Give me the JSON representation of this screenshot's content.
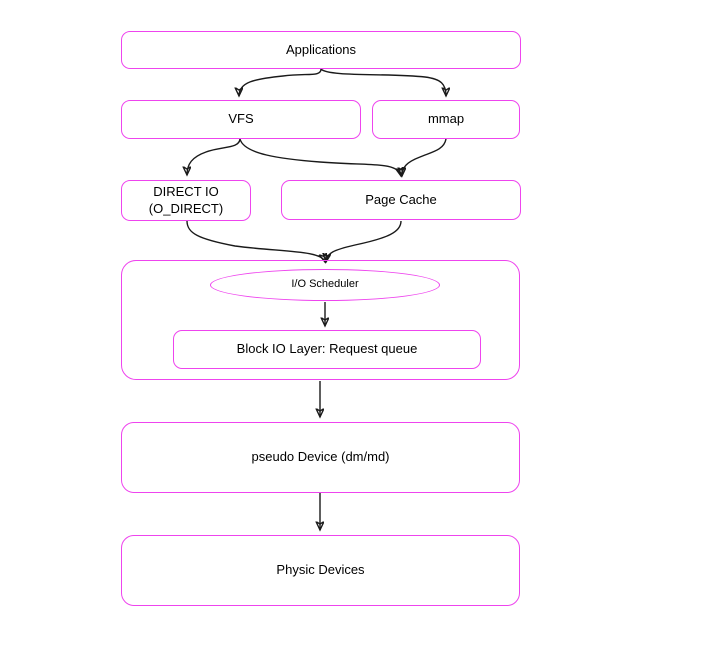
{
  "diagram": {
    "description": "Linux I/O stack flow diagram",
    "nodes": {
      "applications": {
        "label": "Applications"
      },
      "vfs": {
        "label": "VFS"
      },
      "mmap": {
        "label": "mmap"
      },
      "direct_io": {
        "label_line1": "DIRECT IO",
        "label_line2": "(O_DIRECT)"
      },
      "page_cache": {
        "label": "Page Cache"
      },
      "io_scheduler": {
        "label": "I/O Scheduler"
      },
      "block_io": {
        "label": "Block IO Layer: Request queue"
      },
      "pseudo_device": {
        "label": "pseudo Device (dm/md)"
      },
      "physic_devices": {
        "label": "Physic Devices"
      }
    },
    "edges": [
      {
        "from": "applications",
        "to": "vfs"
      },
      {
        "from": "applications",
        "to": "mmap"
      },
      {
        "from": "vfs",
        "to": "direct_io"
      },
      {
        "from": "vfs",
        "to": "page_cache"
      },
      {
        "from": "mmap",
        "to": "page_cache"
      },
      {
        "from": "direct_io",
        "to": "io_scheduler"
      },
      {
        "from": "page_cache",
        "to": "io_scheduler"
      },
      {
        "from": "io_scheduler",
        "to": "block_io"
      },
      {
        "from": "block_io_container",
        "to": "pseudo_device"
      },
      {
        "from": "pseudo_device",
        "to": "physic_devices"
      }
    ],
    "colors": {
      "node_border": "#ee44ee",
      "arrow": "#1a1a1a",
      "text": "#000000",
      "background": "#ffffff"
    }
  }
}
